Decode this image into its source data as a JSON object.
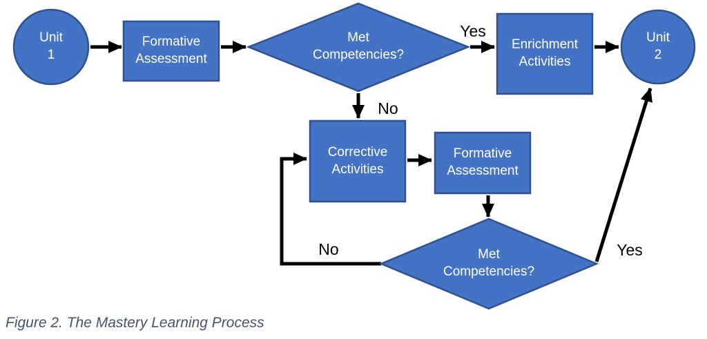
{
  "figure": {
    "caption": "Figure 2. The Mastery Learning Process"
  },
  "colors": {
    "shape_fill": "#4472C4",
    "shape_border": "#2F528F",
    "arrow": "#000000",
    "shape_text": "#FFFFFF",
    "edge_label_text": "#000000",
    "caption_text": "#44546A",
    "background": "#FFFFFF"
  },
  "nodes": {
    "unit1": {
      "shape": "circle",
      "label": "Unit 1"
    },
    "formative1": {
      "shape": "rectangle",
      "label": "Formative Assessment"
    },
    "decision1": {
      "shape": "diamond",
      "label": "Met Competencies?"
    },
    "enrichment": {
      "shape": "rectangle",
      "label": "Enrichment Activities"
    },
    "unit2": {
      "shape": "circle",
      "label": "Unit 2"
    },
    "corrective": {
      "shape": "rectangle",
      "label": "Corrective Activities"
    },
    "formative2": {
      "shape": "rectangle",
      "label": "Formative Assessment"
    },
    "decision2": {
      "shape": "diamond",
      "label": "Met Competencies?"
    }
  },
  "edge_labels": {
    "decision1_yes": "Yes",
    "decision1_no": "No",
    "decision2_no": "No",
    "decision2_yes": "Yes"
  }
}
